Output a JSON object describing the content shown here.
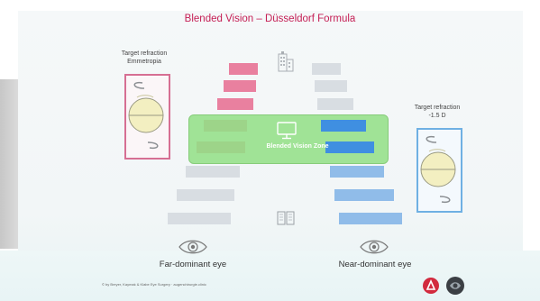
{
  "title": "Blended Vision – Düsseldorf Formula",
  "left_target": {
    "line1": "Target refraction",
    "line2": "Emmetropia"
  },
  "right_target": {
    "line1": "Target refraction",
    "line2": "-1.5 D"
  },
  "zone_label": "Blended Vision Zone",
  "far_eye_label": "Far-dominant eye",
  "near_eye_label": "Near-dominant eye",
  "footer": "© by Breyer, Kaymak & Klabe Eye Surgery · augenchirurgie.clinic",
  "colors": {
    "title": "#c51f55",
    "left_bars_far": "#e9809f",
    "left_bars_zone": "#d4304f",
    "neutral_bars": "#d8dde2",
    "right_bars_zone": "#3f8fe1",
    "right_bars_near": "#90bce9",
    "zone_fill": "#99e28e",
    "left_box": "#d66f93",
    "right_box": "#6fb0e3"
  },
  "icons": {
    "far": "building-icon",
    "intermediate": "monitor-icon",
    "near": "book-icon",
    "eye": "eye-icon",
    "logo_left": "red-clinic-logo",
    "logo_right": "dark-clinic-logo"
  }
}
